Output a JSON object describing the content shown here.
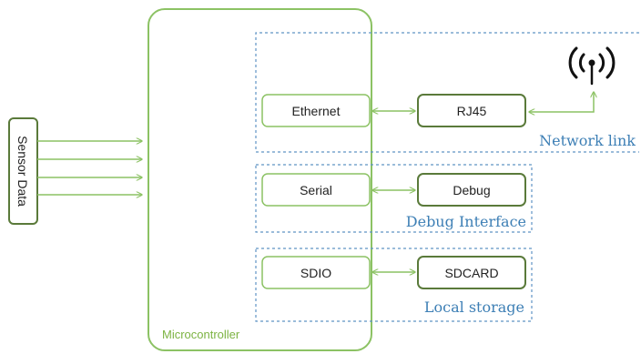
{
  "colors": {
    "green": "#8cc264",
    "box_stroke": "#5a7a3a",
    "dash_blue": "#5f93c4",
    "dash_grey": "#8a8a8a",
    "caption_blue": "#3d7fb5",
    "mcu_label": "#7cb342"
  },
  "microcontroller": {
    "label": "Microcontroller"
  },
  "sensor": {
    "label": "Sensor Data"
  },
  "network": {
    "left_box": "Ethernet",
    "right_box": "RJ45",
    "caption": "Network link",
    "icon": "antenna-icon"
  },
  "debug": {
    "left_box": "Serial",
    "right_box": "Debug",
    "caption": "Debug Interface"
  },
  "storage": {
    "left_box": "SDIO",
    "right_box": "SDCARD",
    "caption": "Local storage"
  }
}
